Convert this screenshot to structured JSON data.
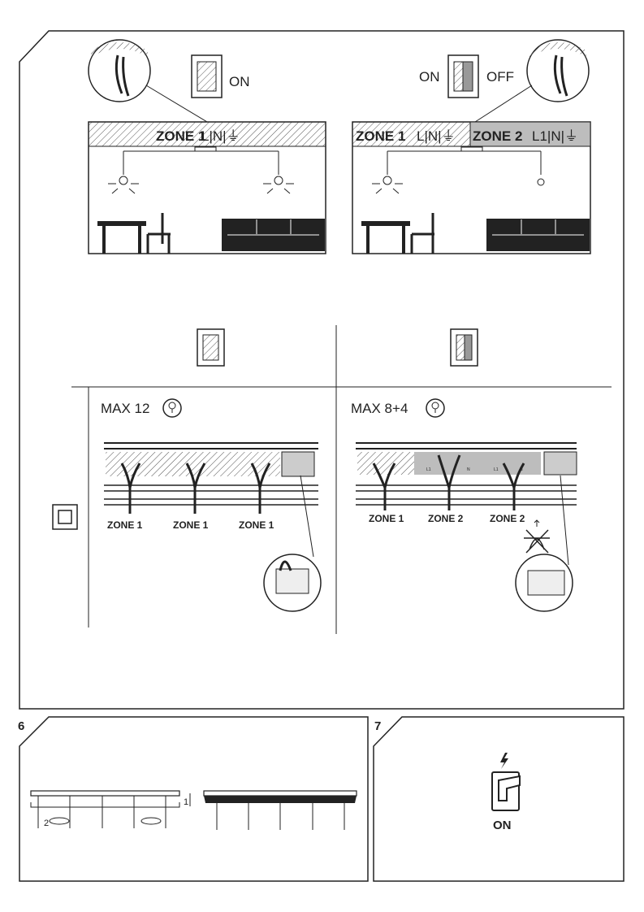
{
  "scene_left": {
    "switch_state": "ON",
    "zone_label": "ZONE 1",
    "terminal_label": "L|N|⏚"
  },
  "scene_right": {
    "switch_on": "ON",
    "switch_off": "OFF",
    "zone1_label": "ZONE 1",
    "zone1_terminal": "L|N|⏚",
    "zone2_label": "ZONE 2",
    "zone2_terminal": "L1|N|⏚"
  },
  "wiring_left": {
    "max_label": "MAX 12",
    "zones": [
      "ZONE 1",
      "ZONE 1",
      "ZONE 1"
    ]
  },
  "wiring_right": {
    "max_label": "MAX 8+4",
    "zones": [
      "ZONE 1",
      "ZONE 2",
      "ZONE 2"
    ],
    "terminal_labels": [
      "L1",
      "N",
      "L1",
      "N"
    ]
  },
  "step6": {
    "number": "6",
    "callout_1": "1",
    "callout_2": "2"
  },
  "step7": {
    "number": "7",
    "switch_label": "ON"
  },
  "colors": {
    "line": "#222222",
    "zone2_fill": "#bdbdbd",
    "terminal_fill": "#cccccc"
  }
}
